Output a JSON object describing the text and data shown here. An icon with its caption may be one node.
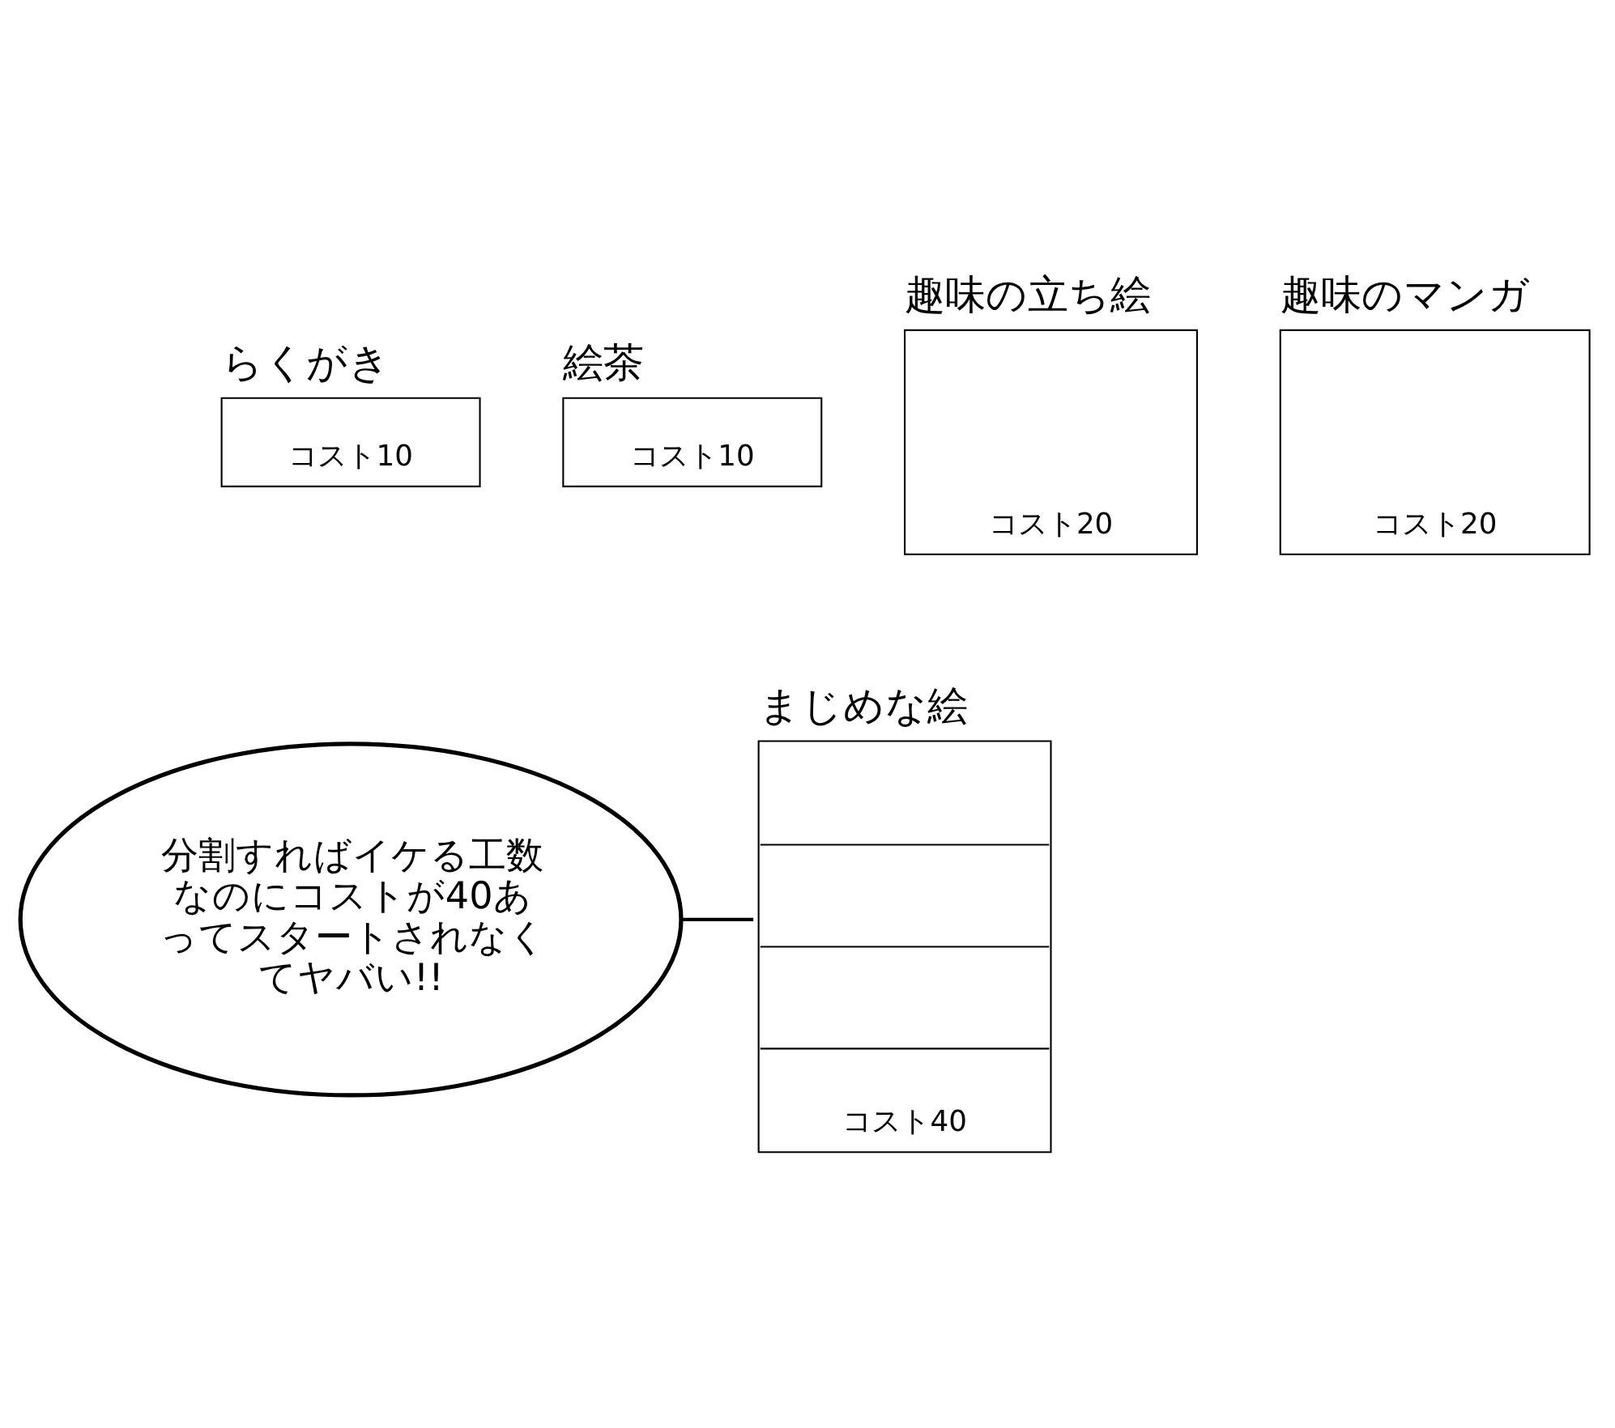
{
  "diagram": {
    "nodes": [
      {
        "text": [
          "らくがき",
          "コスト10"
        ]
      },
      {
        "text": [
          "絵茶",
          "コスト10"
        ]
      },
      {
        "text": [
          "趣味の立ち絵",
          "コスト20"
        ]
      },
      {
        "text": [
          "趣味のマンガ",
          "コスト20"
        ]
      },
      {
        "text": [
          "まじめな絵",
          "コスト40"
        ]
      },
      {
        "text": [
          "分割すればイケる工数なのにコストが40あってスタートされなくてヤバい!!"
        ]
      }
    ],
    "edges": [
      {
        "from": 5,
        "to": 4,
        "arrow": "none"
      }
    ]
  }
}
